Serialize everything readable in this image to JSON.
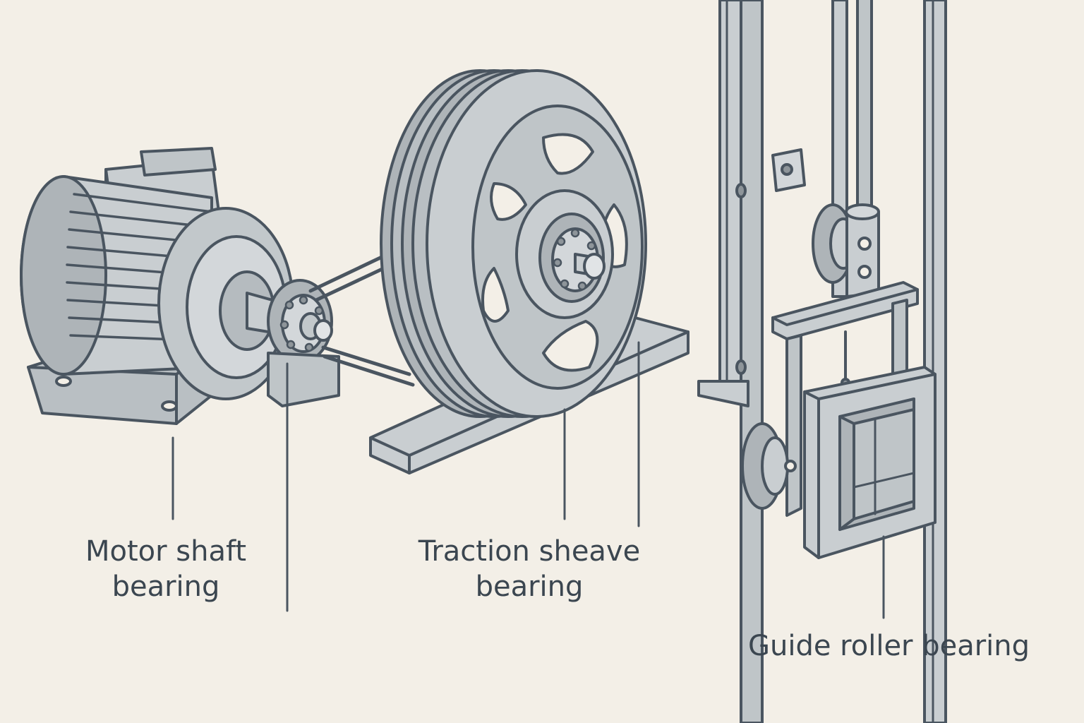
{
  "labels": {
    "motor_shaft": {
      "line1": "Motor shaft",
      "line2": "bearing"
    },
    "traction_sheave": {
      "line1": "Traction sheave",
      "line2": "bearing"
    },
    "guide_roller": {
      "line1": "Guide roller bearing"
    }
  },
  "colors": {
    "background": "#f3efe7",
    "stroke": "#4a5560",
    "metal_light": "#c9ced1",
    "metal_mid": "#aeb4b8",
    "metal_dark": "#8e959a",
    "text": "#3b4650"
  },
  "components": [
    "electric-motor",
    "drive-belt",
    "traction-sheave",
    "base-beam",
    "guide-rails",
    "guide-roller-assembly",
    "counterweight-frame"
  ]
}
